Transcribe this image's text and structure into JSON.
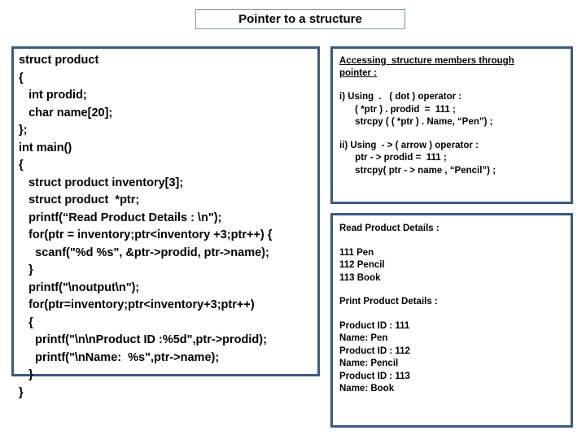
{
  "slide": {
    "title": "Pointer to a structure",
    "background": "#ffffff",
    "panel_border_color": "#3d5a7d",
    "title_border_color": "#7b98a8"
  },
  "code_panel": {
    "name": "c-source-listing",
    "lines": [
      "struct product",
      "{",
      "   int prodid;",
      "   char name[20];",
      "};",
      "int main()",
      "{",
      "   struct product inventory[3];",
      "   struct product  *ptr;",
      "   printf(“Read Product Details : \\n\");",
      "   for(ptr = inventory;ptr<inventory +3;ptr++) {",
      "     scanf(\"%d %s\", &ptr->prodid, ptr->name);",
      "   }",
      "   printf(\"\\noutput\\n\");",
      "   for(ptr=inventory;ptr<inventory+3;ptr++)",
      "   {",
      "     printf(\"\\n\\nProduct ID :%5d\",ptr->prodid);",
      "     printf(\"\\nName:  %s\",ptr->name);",
      "   }",
      "}"
    ]
  },
  "access_panel": {
    "heading_line1": "Accessing  structure members through",
    "heading_line2": "pointer :",
    "dot_section": {
      "title": "i) Using  .   ( dot ) operator :",
      "lines": [
        "      ( *ptr ) . prodid  =  111 ;",
        "      strcpy ( ( *ptr ) . Name, “Pen”) ;"
      ]
    },
    "arrow_section": {
      "title": "ii) Using  - > ( arrow ) operator :",
      "lines": [
        "      ptr - > prodid =  111 ;",
        "      strcpy( ptr - > name , “Pencil”) ;"
      ]
    }
  },
  "output_panel": {
    "read_header": "Read Product Details :",
    "read_lines": [
      "111 Pen",
      "112 Pencil",
      "113 Book"
    ],
    "print_header": "Print Product Details :",
    "print_lines": [
      "Product ID : 111",
      "Name: Pen",
      "Product ID : 112",
      "Name: Pencil",
      "Product ID : 113",
      "Name: Book"
    ]
  }
}
